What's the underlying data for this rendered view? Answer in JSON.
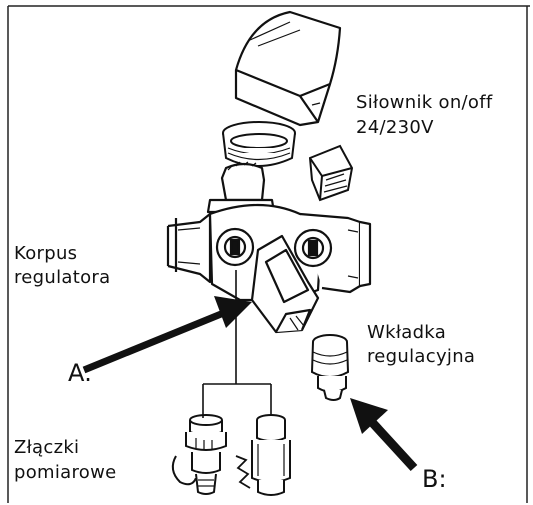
{
  "labels": {
    "actuator_line1": "Siłownik on/off",
    "actuator_line2": "24/230V",
    "body_line1": "Korpus",
    "body_line2": "regulatora",
    "insert_line1": "Wkładka",
    "insert_line2": "regulacyjna",
    "connectors_line1": "Złączki",
    "connectors_line2": "pomiarowe",
    "marker_a": "A:",
    "marker_b": "B:"
  }
}
